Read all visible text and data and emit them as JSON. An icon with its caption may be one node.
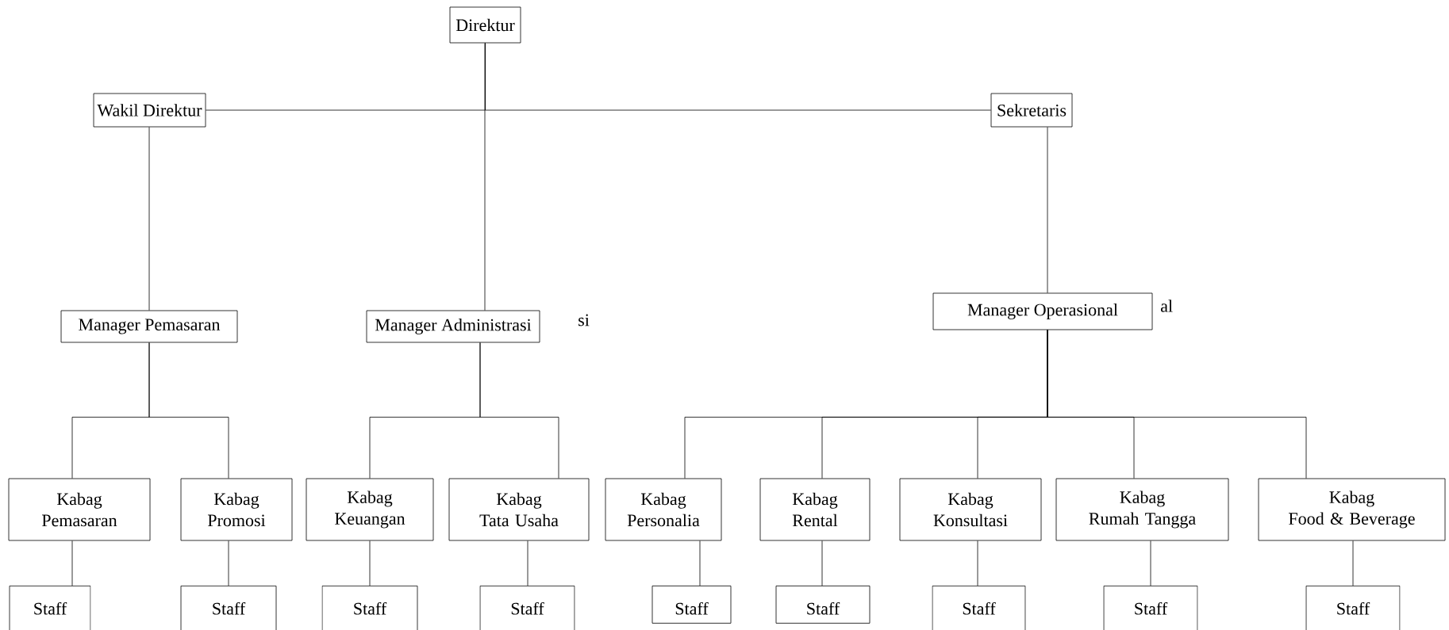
{
  "diagram": {
    "nodes": [
      {
        "text": [
          "Direktur"
        ]
      },
      {
        "text": [
          "Wakil Direktur"
        ]
      },
      {
        "text": [
          "Sekretaris"
        ]
      },
      {
        "text": [
          "Manager Pemasaran"
        ]
      },
      {
        "text": [
          "Manager Administrasi"
        ]
      },
      {
        "text": [
          "Manager  Operasional"
        ]
      },
      {
        "text": [
          "Kabag Pemasaran"
        ]
      },
      {
        "text": [
          "Kabag Promosi"
        ]
      },
      {
        "text": [
          "Kabag Keuangan"
        ]
      },
      {
        "text": [
          "Kabag Tata Usaha"
        ]
      },
      {
        "text": [
          "Kabag Personalia"
        ]
      },
      {
        "text": [
          "Kabag Rental"
        ]
      },
      {
        "text": [
          "Kabag Konsultasi"
        ]
      },
      {
        "text": [
          "Kabag Rumah Tangga"
        ]
      },
      {
        "text": [
          "Kabag Food & Beverage"
        ]
      },
      {
        "text": [
          "Staff"
        ]
      },
      {
        "text": [
          "Staff"
        ]
      },
      {
        "text": [
          "Staff"
        ]
      },
      {
        "text": [
          "Staff"
        ]
      },
      {
        "text": [
          "Staff"
        ]
      },
      {
        "text": [
          "Staff"
        ]
      },
      {
        "text": [
          "Staff"
        ]
      },
      {
        "text": [
          "Staff"
        ]
      },
      {
        "text": [
          "Staff"
        ]
      }
    ],
    "edges": [
      {
        "from": 0,
        "to": 1,
        "arrow": "none"
      },
      {
        "from": 0,
        "to": 2,
        "arrow": "none"
      },
      {
        "from": 0,
        "to": 4,
        "arrow": "none"
      },
      {
        "from": 1,
        "to": 3,
        "arrow": "none"
      },
      {
        "from": 2,
        "to": 5,
        "arrow": "none"
      },
      {
        "from": 3,
        "to": 6,
        "arrow": "none"
      },
      {
        "from": 3,
        "to": 7,
        "arrow": "none"
      },
      {
        "from": 4,
        "to": 8,
        "arrow": "none"
      },
      {
        "from": 4,
        "to": 9,
        "arrow": "none"
      },
      {
        "from": 5,
        "to": 10,
        "arrow": "none"
      },
      {
        "from": 5,
        "to": 11,
        "arrow": "none"
      },
      {
        "from": 5,
        "to": 12,
        "arrow": "none"
      },
      {
        "from": 5,
        "to": 13,
        "arrow": "none"
      },
      {
        "from": 5,
        "to": 14,
        "arrow": "none"
      },
      {
        "from": 6,
        "to": 15,
        "arrow": "none"
      },
      {
        "from": 7,
        "to": 16,
        "arrow": "none"
      },
      {
        "from": 8,
        "to": 17,
        "arrow": "none"
      },
      {
        "from": 9,
        "to": 18,
        "arrow": "none"
      },
      {
        "from": 10,
        "to": 19,
        "arrow": "none"
      },
      {
        "from": 11,
        "to": 20,
        "arrow": "none"
      },
      {
        "from": 12,
        "to": 21,
        "arrow": "none"
      },
      {
        "from": 13,
        "to": 22,
        "arrow": "none"
      },
      {
        "from": 14,
        "to": 23,
        "arrow": "none"
      }
    ],
    "labels": [
      "si",
      "al"
    ]
  }
}
